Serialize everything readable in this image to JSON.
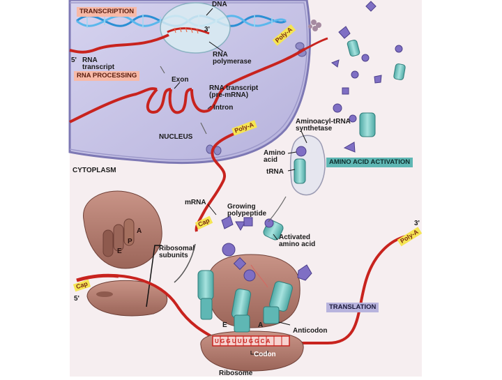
{
  "labels": {
    "transcription": "TRANSCRIPTION",
    "dna": "DNA",
    "three_prime_top": "3'",
    "five_prime_left": "5'",
    "rna_transcript": "RNA\ntranscript",
    "rna_polymerase": "RNA\npolymerase",
    "rna_processing": "RNA PROCESSING",
    "exon": "Exon",
    "pre_mrna": "RNA transcript\n(pre-mRNA)",
    "intron": "Intron",
    "nucleus": "NUCLEUS",
    "cytoplasm": "CYTOPLASM",
    "aminoacyl_trna_synthetase": "Aminoacyl-tRNA\nsynthetase",
    "amino_acid": "Amino\nacid",
    "trna": "tRNA",
    "amino_acid_activation": "AMINO ACID ACTIVATION",
    "mrna": "mRNA",
    "growing_polypeptide": "Growing\npolypeptide",
    "ribosomal_subunits": "Ribosomal\nsubunits",
    "site_a": "A",
    "site_p": "P",
    "site_e": "E",
    "activated_amino_acid": "Activated\namino acid",
    "three_prime_right": "3'",
    "five_prime_bottom": "5'",
    "translation": "TRANSLATION",
    "anticodon": "Anticodon",
    "codon": "Codon",
    "ribosome": "Ribosome",
    "site_e_ribosome": "E",
    "site_a_ribosome": "A",
    "codon_bases": "UGGUUUGGCA"
  },
  "tags": {
    "poly_a_top": "Poly-A",
    "poly_a_nucleus": "Poly-A",
    "poly_a_right": "Poly-A",
    "cap_mrna": "Cap",
    "cap_left": "Cap"
  },
  "colors": {
    "nucleus_fill": "#c9c6e6",
    "cytoplasm_fill": "#f6eef0",
    "rna_red": "#c8231e",
    "ribosome_brown": "#b07a6e",
    "trna_teal": "#79c8c4",
    "amino_purple": "#7f6fc4",
    "label_box_pink": "#f7b9a7",
    "label_box_teal": "#5fb7b4",
    "label_box_lavender": "#b8b4de",
    "tag_yellow": "#f5e553"
  }
}
